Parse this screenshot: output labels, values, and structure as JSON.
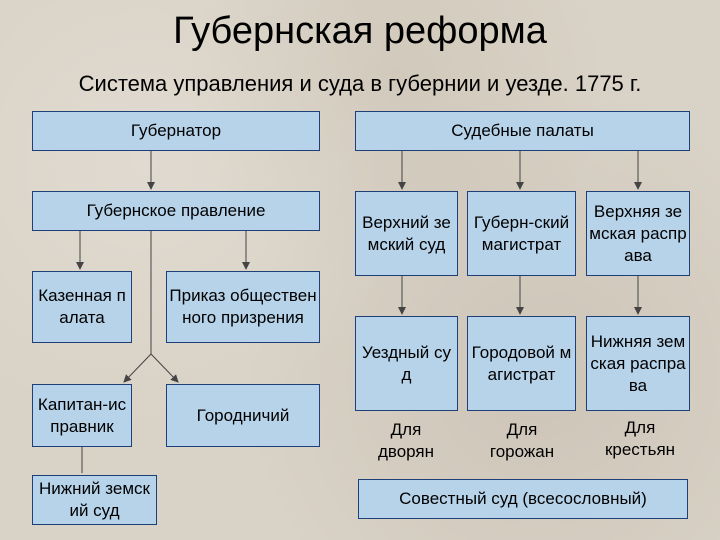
{
  "title": "Губернская реформа",
  "subtitle": "Система управления и суда в губернии и уезде. 1775 г.",
  "nodes": {
    "governor": "Губернатор",
    "courts": "Судебные палаты",
    "gov_board": "Губернское правление",
    "treasury": "Казенная палата",
    "charity": "Приказ общественного призрения",
    "captain": "Капитан-исправник",
    "mayor": "Городничий",
    "lower_zemstvo_court": "Нижний земский суд",
    "upper_zemstvo_court": "Верхний земский суд",
    "gub_magistrate": "Губерн-ский магистрат",
    "upper_rasprava": "Верхняя земская расправа",
    "uezd_court": "Уездный суд",
    "city_magistrate": "Городовой магистрат",
    "lower_rasprava": "Нижняя земская расправа",
    "conscience_court": "Совестный суд (всесословный)"
  },
  "notes": {
    "nobles": "Для дворян",
    "townspeople": "Для горожан",
    "peasants": "Для крестьян"
  },
  "colors": {
    "box_fill": "#b6d3ea",
    "box_border": "#1f3f78",
    "connector": "#444444"
  }
}
